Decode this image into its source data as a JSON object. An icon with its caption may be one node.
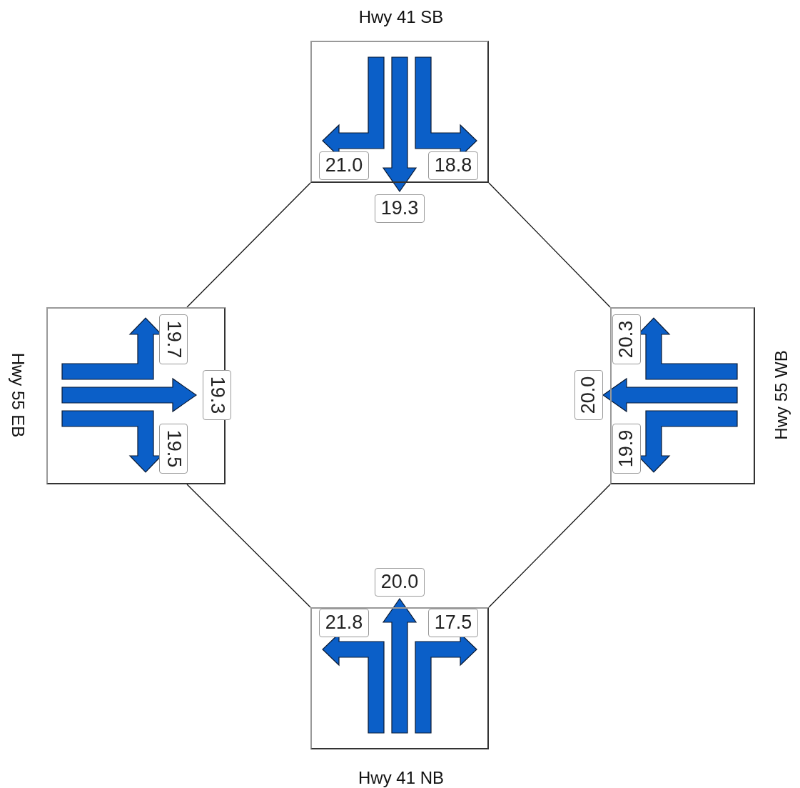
{
  "diagram": {
    "nodes": [
      {
        "text": [
          "Hwy 41 SB"
        ]
      },
      {
        "text": [
          "21.0"
        ],
        "in": 0
      },
      {
        "text": [
          "18.8"
        ],
        "in": 0
      },
      {
        "text": [
          "19.3"
        ]
      },
      {
        "text": [
          "Hwy 55 EB"
        ]
      },
      {
        "text": [
          "19.7"
        ],
        "in": 4
      },
      {
        "text": [
          "19.3"
        ]
      },
      {
        "text": [
          "19.5"
        ],
        "in": 4
      },
      {
        "text": [
          "Hwy 55 WB"
        ]
      },
      {
        "text": [
          "20.3"
        ],
        "in": 8
      },
      {
        "text": [
          "20.0"
        ]
      },
      {
        "text": [
          "19.9"
        ],
        "in": 8
      },
      {
        "text": [
          "20.0"
        ]
      },
      {
        "text": [
          "Hwy 41 NB"
        ]
      },
      {
        "text": [
          "21.8"
        ],
        "in": 13
      },
      {
        "text": [
          "17.5"
        ],
        "in": 13
      }
    ],
    "edges": [
      {
        "from": 0,
        "to": 4,
        "arrow": "none"
      },
      {
        "from": 0,
        "to": 8,
        "arrow": "none"
      },
      {
        "from": 4,
        "to": 13,
        "arrow": "none"
      },
      {
        "from": 8,
        "to": 13,
        "arrow": "none"
      }
    ]
  }
}
